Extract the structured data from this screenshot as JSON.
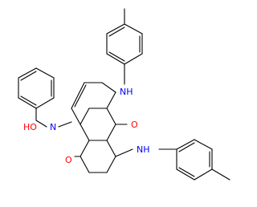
{
  "molecule": {
    "atoms": [
      {
        "id": "nh-top",
        "label": "NH",
        "color": "#0000ff"
      },
      {
        "id": "o-mid",
        "label": "O",
        "color": "#ff0000"
      },
      {
        "id": "nh-right",
        "label": "NH",
        "color": "#0000ff"
      },
      {
        "id": "ho-left",
        "label": "HO",
        "color": "#ff0000"
      },
      {
        "id": "n-left",
        "label": "N",
        "color": "#0000ff"
      },
      {
        "id": "o-bottom",
        "label": "O",
        "color": "#ff0000"
      }
    ],
    "bond_color": "#000000"
  }
}
